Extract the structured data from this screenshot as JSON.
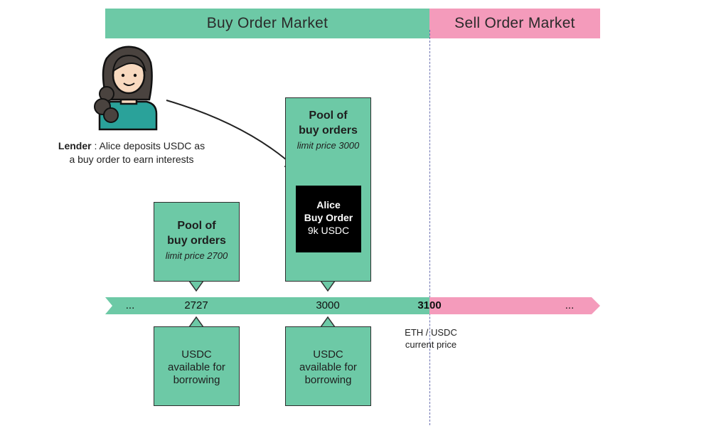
{
  "header": {
    "buy_market": "Buy Order Market",
    "sell_market": "Sell Order Market"
  },
  "lender": {
    "role": "Lender",
    "separator": " : ",
    "description_line1": "Alice deposits USDC as",
    "description_line2": "a buy order to earn interests",
    "icon": "woman-avatar-icon"
  },
  "pools": [
    {
      "title_line1": "Pool of",
      "title_line2": "buy orders",
      "limit": "limit price 2700"
    },
    {
      "title_line1": "Pool of",
      "title_line2": "buy orders",
      "limit": "limit price 3000"
    }
  ],
  "alice_order": {
    "name": "Alice",
    "type": "Buy Order",
    "amount": "9k USDC"
  },
  "price_axis": {
    "left_ellipsis": "...",
    "ticks": [
      "2727",
      "3000",
      "3100"
    ],
    "right_ellipsis": "...",
    "current_price_label_line1": "ETH / USDC",
    "current_price_label_line2": "current price"
  },
  "borrow_boxes": [
    {
      "line1": "USDC",
      "line2": "available for",
      "line3": "borrowing"
    },
    {
      "line1": "USDC",
      "line2": "available for",
      "line3": "borrowing"
    }
  ],
  "colors": {
    "buy_green": "#6dc9a6",
    "sell_pink": "#f49bbb",
    "order_black": "#000000",
    "divider_blue": "#6a70b0"
  }
}
